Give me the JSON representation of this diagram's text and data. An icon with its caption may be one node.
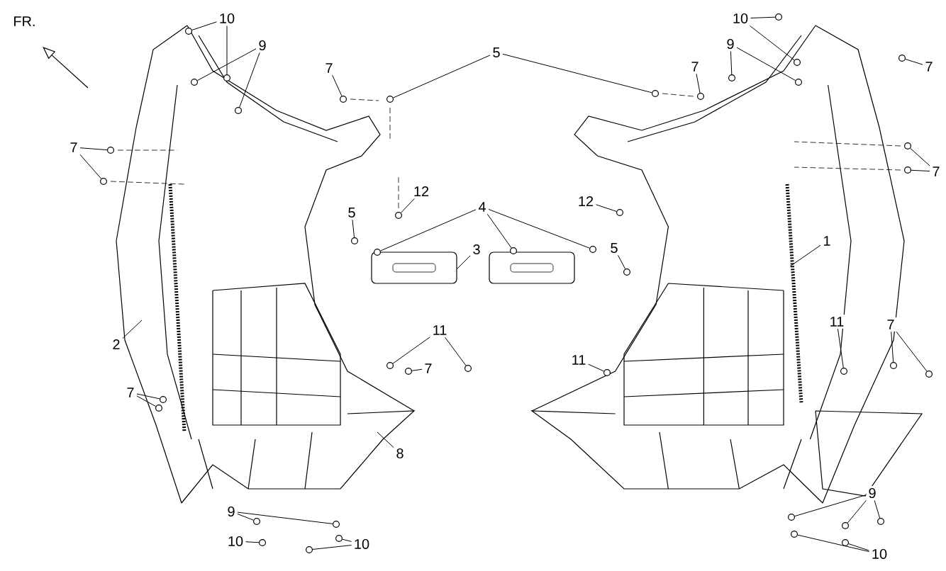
{
  "diagram": {
    "nodes": [
      {
        "text": [
          "10"
        ]
      },
      {
        "text": [
          "9"
        ]
      },
      {
        "text": [
          "7"
        ]
      },
      {
        "text": [
          "7"
        ]
      },
      {
        "text": [
          "5"
        ]
      },
      {
        "text": [
          "12"
        ]
      },
      {
        "text": [
          "5"
        ]
      },
      {
        "text": [
          "4"
        ]
      },
      {
        "text": [
          "3"
        ]
      },
      {
        "text": [
          "5"
        ]
      },
      {
        "text": [
          "12"
        ]
      },
      {
        "text": [
          "10"
        ]
      },
      {
        "text": [
          "9"
        ]
      },
      {
        "text": [
          "7"
        ]
      },
      {
        "text": [
          "7"
        ]
      },
      {
        "text": [
          "7"
        ]
      },
      {
        "text": [
          "1"
        ]
      },
      {
        "text": [
          "2"
        ]
      },
      {
        "text": [
          "7"
        ]
      },
      {
        "text": [
          "11"
        ]
      },
      {
        "text": [
          "7"
        ]
      },
      {
        "text": [
          "8"
        ]
      },
      {
        "text": [
          "9"
        ]
      },
      {
        "text": [
          "10"
        ]
      },
      {
        "text": [
          "10"
        ]
      },
      {
        "text": [
          "11"
        ]
      },
      {
        "text": [
          "11"
        ]
      },
      {
        "text": [
          "7"
        ]
      },
      {
        "text": [
          "9"
        ]
      },
      {
        "text": [
          "10"
        ]
      },
      {
        "text": [],
        "shape": "circle"
      },
      {
        "text": [],
        "shape": "circle"
      },
      {
        "text": [],
        "shape": "circle"
      },
      {
        "text": [],
        "shape": "circle"
      },
      {
        "text": [],
        "shape": "circle"
      },
      {
        "text": [],
        "shape": "circle"
      },
      {
        "text": [],
        "shape": "circle"
      },
      {
        "text": [],
        "shape": "circle"
      },
      {
        "text": [],
        "shape": "circle"
      },
      {
        "text": [],
        "shape": "circle"
      },
      {
        "text": [],
        "shape": "circle"
      },
      {
        "text": [],
        "shape": "circle"
      },
      {
        "text": [],
        "shape": "circle"
      },
      {
        "text": [],
        "shape": "circle"
      },
      {
        "text": [],
        "shape": "circle"
      },
      {
        "text": [],
        "shape": "circle"
      },
      {
        "text": [],
        "shape": "circle"
      },
      {
        "text": [],
        "shape": "circle"
      },
      {
        "text": [],
        "shape": "circle"
      },
      {
        "text": [],
        "shape": "circle"
      },
      {
        "text": [],
        "shape": "circle"
      },
      {
        "text": [],
        "shape": "circle"
      },
      {
        "text": [],
        "shape": "circle"
      },
      {
        "text": [],
        "shape": "circle"
      },
      {
        "text": [],
        "shape": "circle"
      },
      {
        "text": [],
        "shape": "circle"
      },
      {
        "text": [],
        "shape": "circle"
      },
      {
        "text": [],
        "shape": "circle"
      },
      {
        "text": [],
        "shape": "circle"
      },
      {
        "text": [],
        "shape": "circle"
      },
      {
        "text": [],
        "shape": "circle"
      },
      {
        "text": [],
        "shape": "circle"
      },
      {
        "text": [],
        "shape": "circle"
      },
      {
        "text": [],
        "shape": "circle"
      },
      {
        "text": [],
        "shape": "circle"
      },
      {
        "text": [],
        "shape": "circle"
      },
      {
        "text": [],
        "shape": "circle"
      },
      {
        "text": [],
        "shape": "circle"
      },
      {
        "text": [],
        "shape": "circle"
      },
      {
        "text": [],
        "shape": "circle"
      },
      {
        "text": [],
        "shape": "circle"
      },
      {
        "text": [],
        "shape": "circle"
      },
      {
        "text": [],
        "shape": "circle"
      }
    ],
    "edges": [
      {
        "from": 0,
        "to": 30,
        "arrow": "none"
      },
      {
        "from": 0,
        "to": 31,
        "arrow": "none"
      },
      {
        "from": 1,
        "to": 32,
        "arrow": "none"
      },
      {
        "from": 1,
        "to": 33,
        "arrow": "none"
      },
      {
        "from": 2,
        "to": 34,
        "arrow": "none"
      },
      {
        "from": 3,
        "to": 35,
        "arrow": "none"
      },
      {
        "from": 3,
        "to": 36,
        "arrow": "none"
      },
      {
        "from": 4,
        "to": 37,
        "arrow": "none"
      },
      {
        "from": 4,
        "to": 38,
        "arrow": "none"
      },
      {
        "from": 5,
        "to": 39,
        "arrow": "none"
      },
      {
        "from": 6,
        "to": 40,
        "arrow": "none"
      },
      {
        "from": 7,
        "to": 41,
        "arrow": "none"
      },
      {
        "from": 7,
        "to": 42,
        "arrow": "none"
      },
      {
        "from": 7,
        "to": 43,
        "arrow": "none"
      },
      {
        "from": 8,
        "to": null,
        "arrow": "none"
      },
      {
        "from": 9,
        "to": 44,
        "arrow": "none"
      },
      {
        "from": 10,
        "to": 45,
        "arrow": "none"
      },
      {
        "from": 11,
        "to": 46,
        "arrow": "none"
      },
      {
        "from": 11,
        "to": 47,
        "arrow": "none"
      },
      {
        "from": 12,
        "to": 48,
        "arrow": "none"
      },
      {
        "from": 12,
        "to": 49,
        "arrow": "none"
      },
      {
        "from": 13,
        "to": 50,
        "arrow": "none"
      },
      {
        "from": 14,
        "to": 51,
        "arrow": "none"
      },
      {
        "from": 15,
        "to": 52,
        "arrow": "none"
      },
      {
        "from": 15,
        "to": 53,
        "arrow": "none"
      },
      {
        "from": 16,
        "to": null,
        "arrow": "none"
      },
      {
        "from": 17,
        "to": null,
        "arrow": "none"
      },
      {
        "from": 18,
        "to": 54,
        "arrow": "none"
      },
      {
        "from": 18,
        "to": 55,
        "arrow": "none"
      },
      {
        "from": 19,
        "to": 56,
        "arrow": "none"
      },
      {
        "from": 19,
        "to": 57,
        "arrow": "none"
      },
      {
        "from": 20,
        "to": 58,
        "arrow": "none"
      },
      {
        "from": 21,
        "to": null,
        "arrow": "none"
      },
      {
        "from": 22,
        "to": 59,
        "arrow": "none"
      },
      {
        "from": 22,
        "to": 60,
        "arrow": "none"
      },
      {
        "from": 23,
        "to": 61,
        "arrow": "none"
      },
      {
        "from": 24,
        "to": 62,
        "arrow": "none"
      },
      {
        "from": 24,
        "to": 63,
        "arrow": "none"
      },
      {
        "from": 25,
        "to": 64,
        "arrow": "none"
      },
      {
        "from": 26,
        "to": 65,
        "arrow": "none"
      },
      {
        "from": 27,
        "to": 66,
        "arrow": "none"
      },
      {
        "from": 27,
        "to": 67,
        "arrow": "none"
      },
      {
        "from": 28,
        "to": 68,
        "arrow": "none"
      },
      {
        "from": 28,
        "to": 69,
        "arrow": "none"
      },
      {
        "from": 28,
        "to": 70,
        "arrow": "none"
      },
      {
        "from": 29,
        "to": 71,
        "arrow": "none"
      },
      {
        "from": 29,
        "to": 72,
        "arrow": "none"
      }
    ],
    "labels": [
      "FR."
    ]
  }
}
